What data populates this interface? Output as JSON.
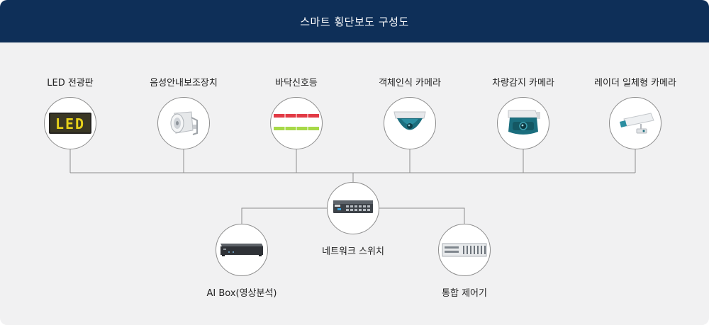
{
  "title": "스마트 횡단보도 구성도",
  "devices": [
    {
      "label": "LED 전광판",
      "icon": "led-board-icon",
      "led_text": "LED"
    },
    {
      "label": "음성안내보조장치",
      "icon": "speaker-icon"
    },
    {
      "label": "바닥신호등",
      "icon": "floor-signal-icon"
    },
    {
      "label": "객체인식 카메라",
      "icon": "dome-camera-icon"
    },
    {
      "label": "차량감지 카메라",
      "icon": "vehicle-camera-icon"
    },
    {
      "label": "레이더 일체형 카메라",
      "icon": "radar-camera-icon"
    }
  ],
  "switch": {
    "label": "네트워크 스위치",
    "icon": "network-switch-icon"
  },
  "ai_box": {
    "label": "AI Box(영상분석)",
    "icon": "ai-box-icon"
  },
  "controller": {
    "label": "통합 제어기",
    "icon": "controller-icon"
  },
  "colors": {
    "header": "#0e2f58",
    "background": "#f1f1f2",
    "line": "#8d8d8d",
    "camera_teal": "#1b6e7e",
    "floor_red": "#e23a45",
    "floor_green": "#a7d948",
    "led_yellow": "#e8d21a"
  }
}
